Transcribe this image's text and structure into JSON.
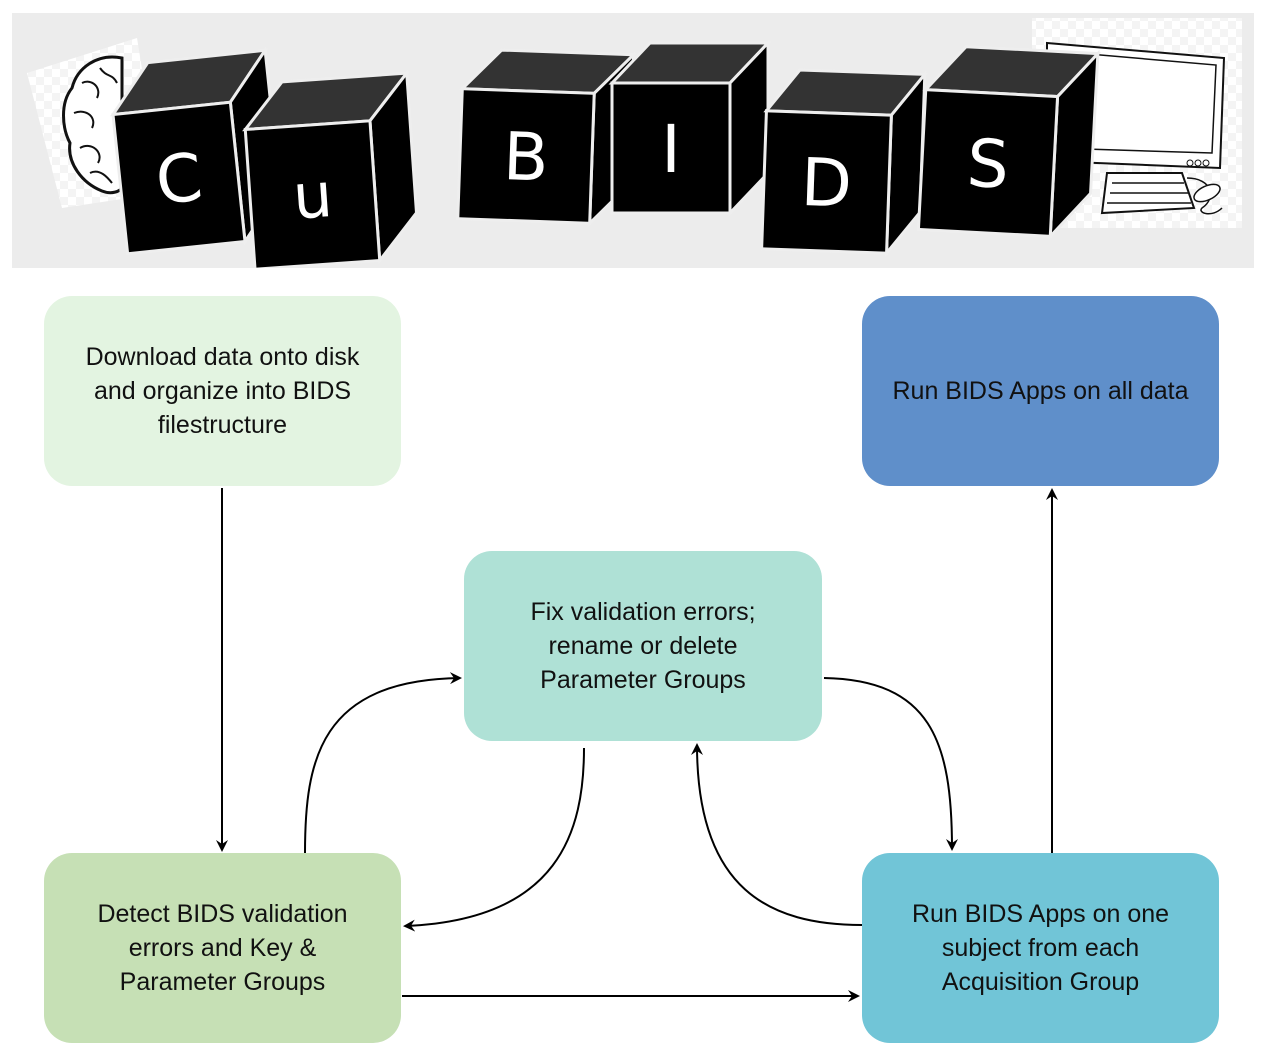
{
  "banner": {
    "logo_letters": [
      "C",
      "u",
      "B",
      "I",
      "D",
      "S"
    ],
    "logo_text": "CuBIDS",
    "left_icon": "brain-icon",
    "right_icon": "computer-icon",
    "colors": {
      "background": "#ececec",
      "cube_face": "#000000",
      "cube_top": "#333333",
      "letter": "#ffffff"
    }
  },
  "diagram": {
    "nodes": [
      {
        "id": "download",
        "label": "Download data onto disk\nand organize into BIDS\nfilestructure",
        "color": "#e3f4e1"
      },
      {
        "id": "detect",
        "label": "Detect BIDS validation\nerrors and Key &\nParameter Groups",
        "color": "#c6e0b5"
      },
      {
        "id": "fix",
        "label": "Fix validation errors;\nrename or delete\nParameter Groups",
        "color": "#afe1d6"
      },
      {
        "id": "run-one",
        "label": "Run BIDS Apps on one\nsubject from each\nAcquisition Group",
        "color": "#71c5d7"
      },
      {
        "id": "run-all",
        "label": "Run BIDS Apps on all data",
        "color": "#5f8fca"
      }
    ],
    "edges": [
      {
        "from": "download",
        "to": "detect"
      },
      {
        "from": "detect",
        "to": "fix"
      },
      {
        "from": "fix",
        "to": "detect"
      },
      {
        "from": "fix",
        "to": "run-one"
      },
      {
        "from": "run-one",
        "to": "fix"
      },
      {
        "from": "detect",
        "to": "run-one"
      },
      {
        "from": "run-one",
        "to": "run-all"
      }
    ]
  }
}
